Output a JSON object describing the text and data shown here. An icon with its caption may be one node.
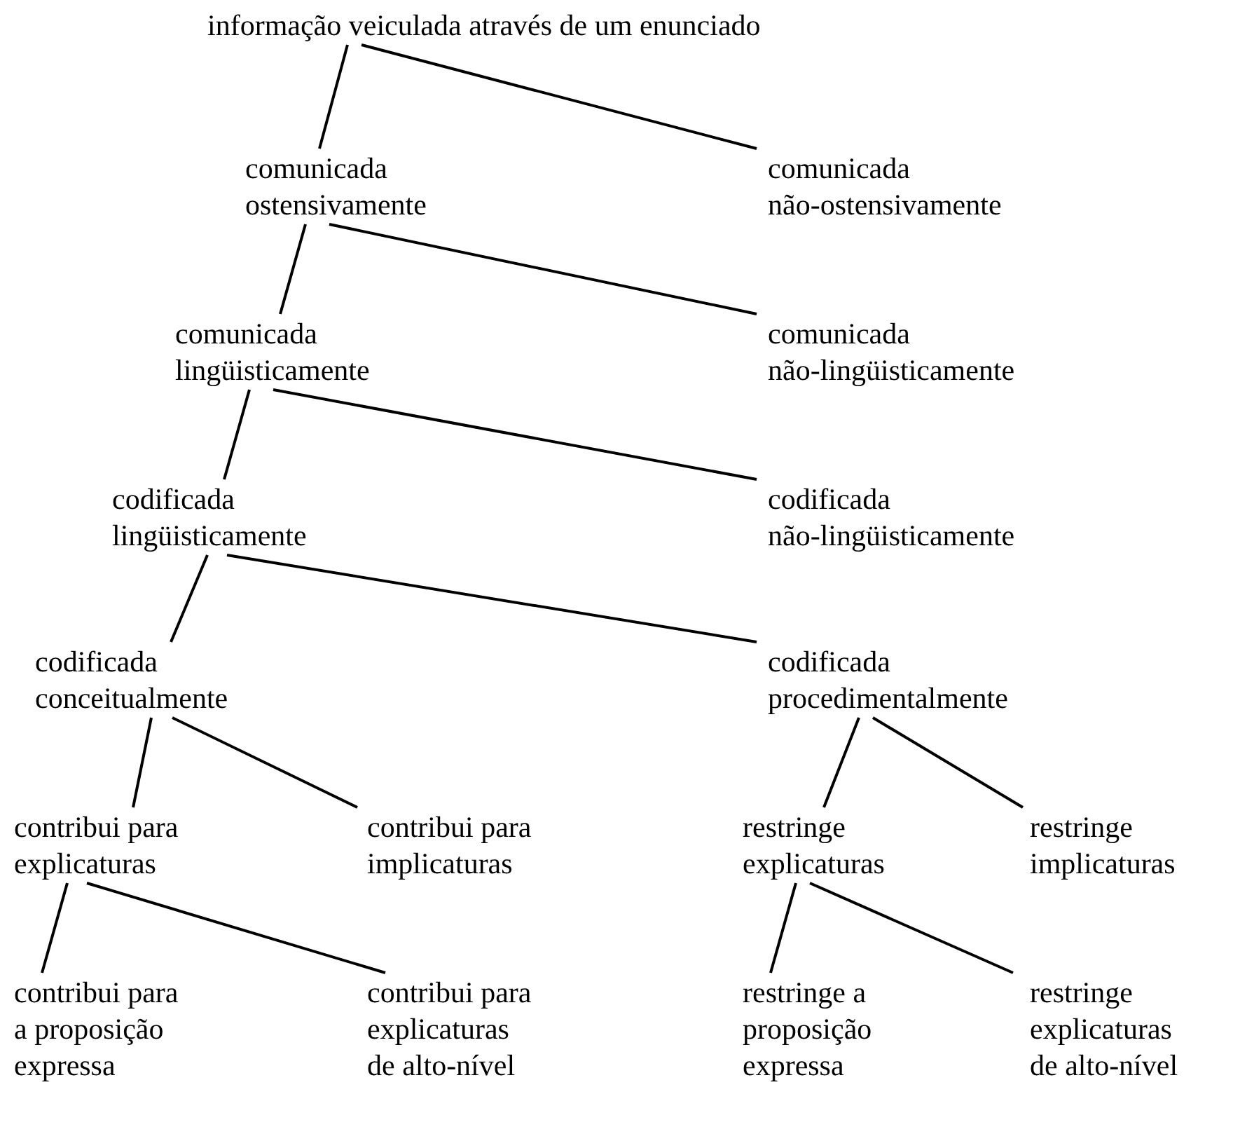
{
  "diagram": {
    "nodes": [
      {
        "text": [
          "informação veiculada através de um enunciado"
        ]
      },
      {
        "text": [
          "comunicada ostensivamente"
        ]
      },
      {
        "text": [
          "comunicada não-ostensivamente"
        ]
      },
      {
        "text": [
          "comunicada lingüisticamente"
        ]
      },
      {
        "text": [
          "comunicada não-lingüisticamente"
        ]
      },
      {
        "text": [
          "codificada lingüisticamente"
        ]
      },
      {
        "text": [
          "codificada não-lingüisticamente"
        ]
      },
      {
        "text": [
          "codificada conceitualmente"
        ]
      },
      {
        "text": [
          "codificada procedimentalmente"
        ]
      },
      {
        "text": [
          "contribui para explicaturas"
        ]
      },
      {
        "text": [
          "contribui para implicaturas"
        ]
      },
      {
        "text": [
          "restringe explicaturas"
        ]
      },
      {
        "text": [
          "restringe implicaturas"
        ]
      },
      {
        "text": [
          "contribui para a proposição expressa"
        ]
      },
      {
        "text": [
          "contribui para explicaturas de alto-nível"
        ]
      },
      {
        "text": [
          "restringe a proposição expressa"
        ]
      },
      {
        "text": [
          "restringe explicaturas de alto-nível"
        ]
      }
    ],
    "edges": [
      {
        "from": 0,
        "to": 1,
        "arrow": "none"
      },
      {
        "from": 0,
        "to": 2,
        "arrow": "none"
      },
      {
        "from": 1,
        "to": 3,
        "arrow": "none"
      },
      {
        "from": 1,
        "to": 4,
        "arrow": "none"
      },
      {
        "from": 3,
        "to": 5,
        "arrow": "none"
      },
      {
        "from": 3,
        "to": 6,
        "arrow": "none"
      },
      {
        "from": 5,
        "to": 7,
        "arrow": "none"
      },
      {
        "from": 5,
        "to": 8,
        "arrow": "none"
      },
      {
        "from": 7,
        "to": 9,
        "arrow": "none"
      },
      {
        "from": 7,
        "to": 10,
        "arrow": "none"
      },
      {
        "from": 8,
        "to": 11,
        "arrow": "none"
      },
      {
        "from": 8,
        "to": 12,
        "arrow": "none"
      },
      {
        "from": 9,
        "to": 13,
        "arrow": "none"
      },
      {
        "from": 9,
        "to": 14,
        "arrow": "none"
      },
      {
        "from": 11,
        "to": 15,
        "arrow": "none"
      },
      {
        "from": 11,
        "to": 16,
        "arrow": "none"
      }
    ]
  }
}
